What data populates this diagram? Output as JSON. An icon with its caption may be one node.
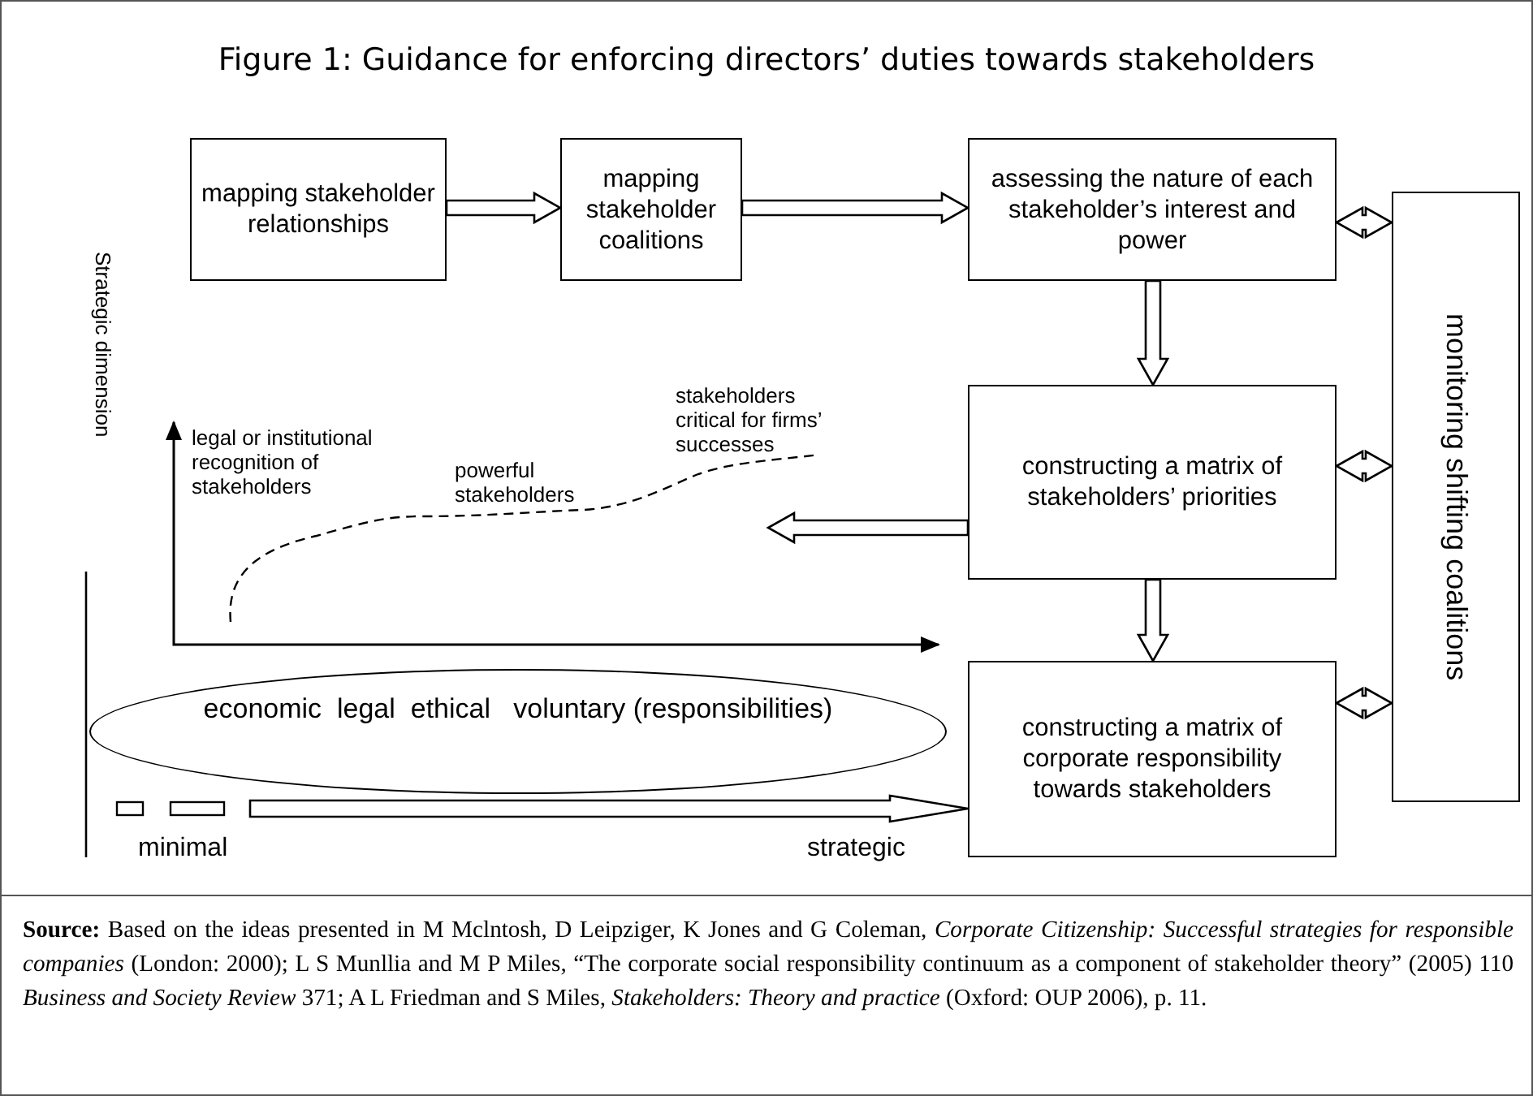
{
  "diagram": {
    "title": "Figure 1: Guidance for enforcing directors’ duties towards stakeholders",
    "caption": "**Source:** Based on the ideas presented in M Mclntosh, D Leipziger, K Jones and G Coleman, *Corporate Citizenship: Successful strategies for responsible companies* (London: 2000); L S Munllia and M P Miles, “The corporate social responsibility continuum as a component of stakeholder theory” (2005) 110 *Business and Society Review* 371; A L Friedman and S Miles, *Stakeholders: Theory and practice* (Oxford: OUP 2006), p. 11.",
    "nodes": [
      {
        "text": [
          "mapping stakeholder relationships"
        ]
      },
      {
        "text": [
          "mapping stakeholder coalitions"
        ]
      },
      {
        "text": [
          "assessing the nature of each stakeholder’s interest and power"
        ]
      },
      {
        "text": [
          "constructing a matrix of stakeholders’ priorities"
        ]
      },
      {
        "text": [
          "constructing a matrix of corporate responsibility towards stakeholders"
        ]
      },
      {
        "text": [
          "monitoring shifting coalitions"
        ]
      },
      {
        "text": [
          "economic  legal  ethical   voluntary (responsibilities)"
        ]
      }
    ],
    "edges": [
      {
        "from": 0,
        "to": 1,
        "arrow": "to"
      },
      {
        "from": 1,
        "to": 2,
        "arrow": "to"
      },
      {
        "from": 2,
        "to": 3,
        "arrow": "to"
      },
      {
        "from": 3,
        "to": 4,
        "arrow": "to"
      },
      {
        "from": 2,
        "to": 5,
        "arrow": "both"
      },
      {
        "from": 3,
        "to": 5,
        "arrow": "both"
      },
      {
        "from": 4,
        "to": 5,
        "arrow": "both"
      },
      {
        "from": 3,
        "to": null,
        "arrow": "to"
      },
      {
        "from": null,
        "to": 4,
        "arrow": "to"
      }
    ],
    "labels": [
      "legal or institutional recognition of stakeholders",
      "stakeholders critical for firms’ successes",
      "powerful stakeholders",
      "Strategic dimension",
      "minimal",
      "strategic"
    ]
  }
}
